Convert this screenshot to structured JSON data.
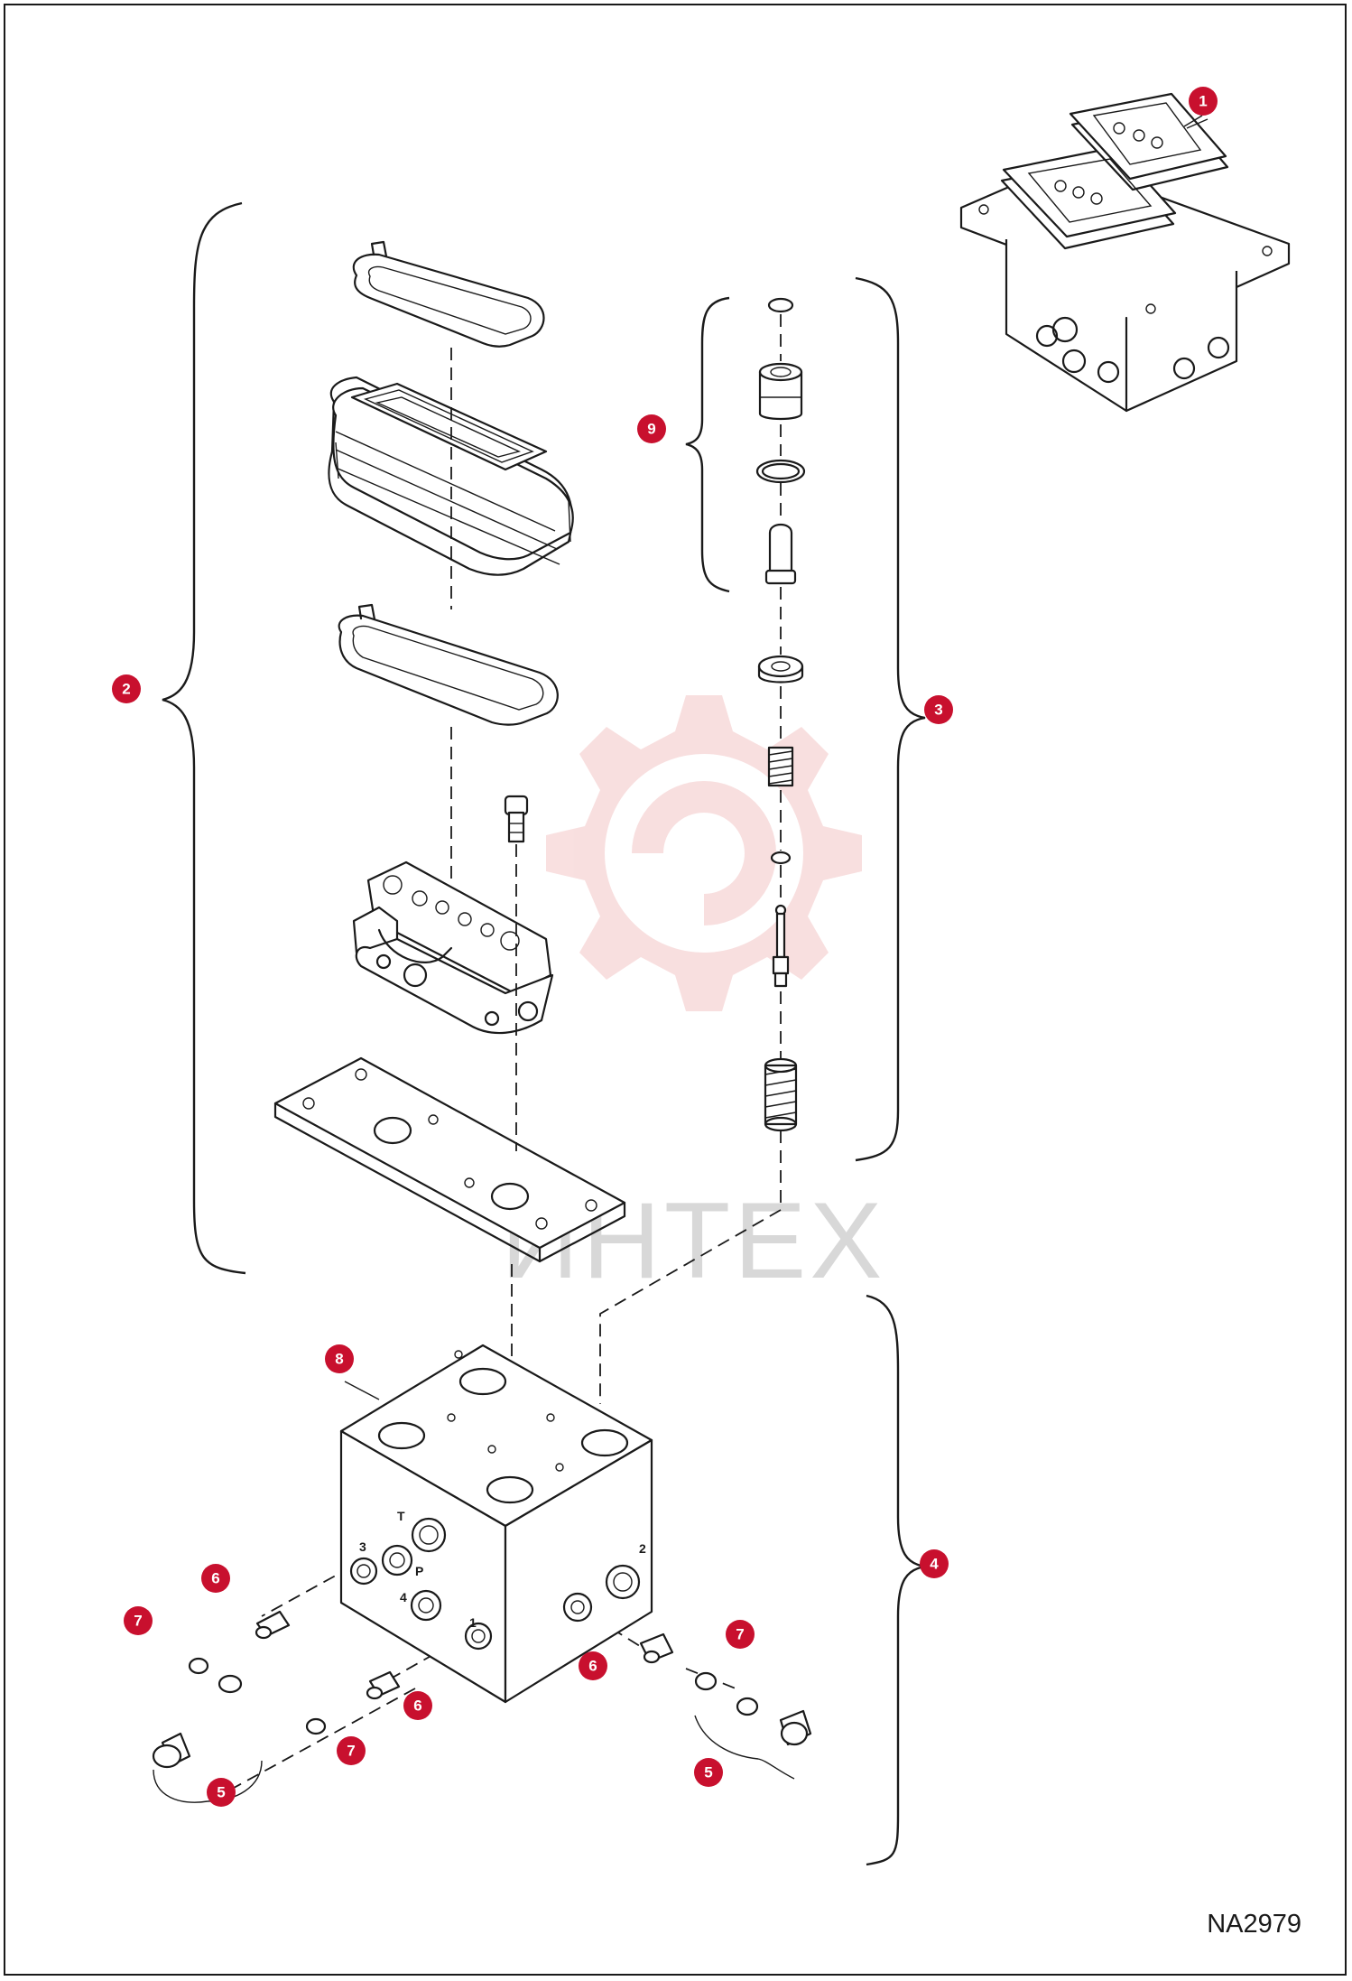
{
  "diagram_code": "NA2979",
  "watermark": {
    "text": "ИНТЕХ",
    "color": "#f4c6c6"
  },
  "callouts": [
    {
      "id": "c1",
      "label": "1"
    },
    {
      "id": "c2",
      "label": "2"
    },
    {
      "id": "c3",
      "label": "3"
    },
    {
      "id": "c4",
      "label": "4"
    },
    {
      "id": "c5a",
      "label": "5"
    },
    {
      "id": "c5b",
      "label": "5"
    },
    {
      "id": "c6a",
      "label": "6"
    },
    {
      "id": "c6b",
      "label": "6"
    },
    {
      "id": "c6c",
      "label": "6"
    },
    {
      "id": "c7a",
      "label": "7"
    },
    {
      "id": "c7b",
      "label": "7"
    },
    {
      "id": "c7c",
      "label": "7"
    },
    {
      "id": "c8",
      "label": "8"
    },
    {
      "id": "c9",
      "label": "9"
    }
  ],
  "port_labels": {
    "t": "T",
    "p": "P",
    "one": "1",
    "two": "2",
    "three": "3",
    "four": "4"
  },
  "accent_color": "#c8102e"
}
